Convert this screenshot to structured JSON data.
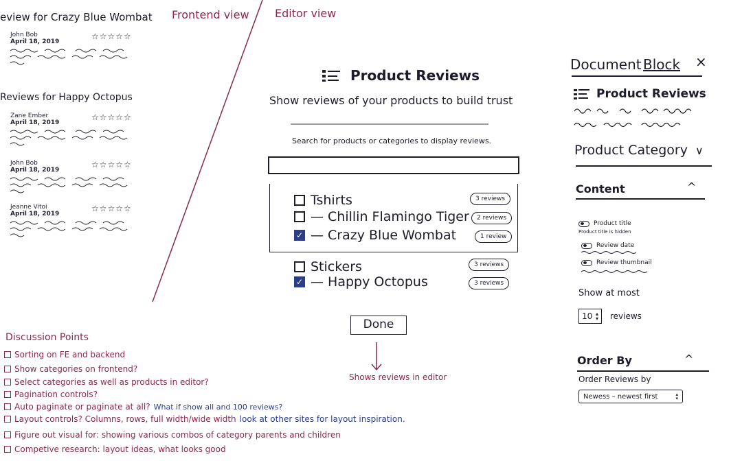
{
  "labels": {
    "frontend_view": "Frontend view",
    "editor_view": "Editor view",
    "shows_reviews": "Shows reviews in editor"
  },
  "frontend": {
    "sections": [
      {
        "title": "eview for Crazy Blue Wombat",
        "reviews": [
          {
            "name": "John Bob",
            "date": "April 18, 2019",
            "stars": "☆☆☆☆☆"
          }
        ]
      },
      {
        "title": "Reviews for Happy Octopus",
        "reviews": [
          {
            "name": "Zane Ember",
            "date": "April 18, 2019",
            "stars": "☆☆☆☆☆"
          },
          {
            "name": "John Bob",
            "date": "April 18, 2019",
            "stars": "☆☆☆☆☆"
          },
          {
            "name": "Jeanne Vitoi",
            "date": "April 18, 2019",
            "stars": "☆☆☆☆☆"
          }
        ]
      }
    ]
  },
  "editor": {
    "title": "Product Reviews",
    "subtitle": "Show reviews of your products to build trust",
    "search_label": "Search for products or categories to display reviews.",
    "items": [
      {
        "label": "Tshirts",
        "count": "3 reviews",
        "checked": false
      },
      {
        "label": "— Chillin Flamingo Tiger",
        "count": "2 reviews",
        "checked": false
      },
      {
        "label": "— Crazy Blue Wombat",
        "count": "1 review",
        "checked": true
      },
      {
        "label": "Stickers",
        "count": "3 reviews",
        "checked": false
      },
      {
        "label": "— Happy Octopus",
        "count": "3 reviews",
        "checked": true
      }
    ],
    "done_label": "Done"
  },
  "sidebar": {
    "tab_document": "Document",
    "tab_block": "Block",
    "close": "×",
    "block_title": "Product Reviews",
    "category_select": "Product Category",
    "category_chevron": "∨",
    "content_heading": "Content",
    "toggles": [
      {
        "label": "Product title",
        "sub": "Product title is hidden"
      },
      {
        "label": "Review date",
        "sub": ""
      },
      {
        "label": "Review thumbnail",
        "sub": ""
      }
    ],
    "show_at_most": "Show at most",
    "count_value": "10",
    "count_suffix": "reviews",
    "order_heading": "Order By",
    "order_label": "Order Reviews by",
    "order_value": "Newess – newest first",
    "collapse": "^"
  },
  "discussion": {
    "title": "Discussion Points",
    "points": [
      {
        "text": "Sorting on FE and backend",
        "note": ""
      },
      {
        "text": "Show categories on frontend?",
        "note": ""
      },
      {
        "text": "Select categories as well as products in editor?",
        "note": ""
      },
      {
        "text": "Pagination controls?",
        "note": ""
      },
      {
        "text": "Auto paginate or paginate at all?",
        "note": "What if show all and 100 reviews?"
      },
      {
        "text": "Layout controls? Columns, rows, full width/wide width",
        "note": "look at other sites for layout inspiration."
      },
      {
        "text": "Figure out visual for: showing various combos of category parents and children",
        "note": ""
      },
      {
        "text": "Competive research: layout ideas, what looks good",
        "note": ""
      }
    ]
  }
}
